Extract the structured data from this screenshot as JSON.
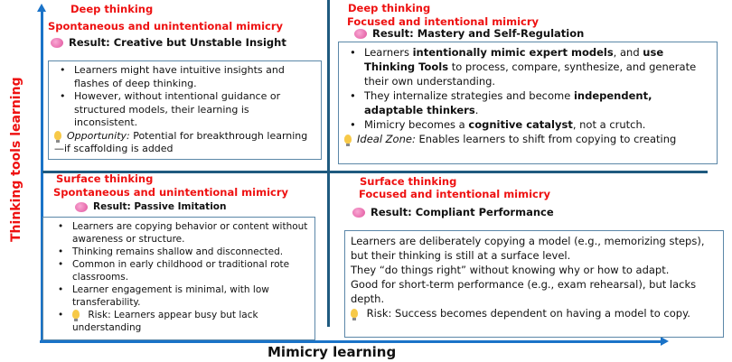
{
  "axes": {
    "y_label": "Thinking tools learning",
    "x_label": "Mimicry learning"
  },
  "quadrants": {
    "top_left": {
      "thinking": "Deep thinking",
      "mimicry": "Spontaneous and unintentional mimicry",
      "result": "Result: Creative but Unstable Insight",
      "bullets": [
        "Learners might have intuitive insights and flashes of deep thinking.",
        "However, without intentional guidance or structured models, their learning is inconsistent."
      ],
      "note_label": "Opportunity:",
      "note_text": " Potential for breakthrough learning—if scaffolding is added"
    },
    "top_right": {
      "thinking": "Deep thinking",
      "mimicry": "Focused and intentional mimicry",
      "result": "Result: Mastery and Self-Regulation",
      "b1": {
        "a": "Learners ",
        "b": "intentionally mimic expert models",
        "c": ",  and ",
        "d": "use Thinking Tools",
        "e": " to process, compare, synthesize, and generate their own understanding."
      },
      "b2": {
        "a": "They internalize strategies and become ",
        "b": "independent, adaptable thinkers",
        "c": "."
      },
      "b3": {
        "a": "Mimicry becomes a ",
        "b": "cognitive catalyst",
        "c": ", not a crutch."
      },
      "note_label": "Ideal Zone:",
      "note_text": " Enables learners to shift from copying to creating"
    },
    "bottom_left": {
      "thinking": "Surface thinking",
      "mimicry": "Spontaneous and unintentional mimicry",
      "result": "Result: Passive Imitation",
      "bullets": [
        "Learners are copying behavior or content without awareness or structure.",
        "Thinking remains shallow and disconnected.",
        "Common in early childhood or traditional rote classrooms.",
        "Learner engagement is minimal, with low transferability."
      ],
      "risk": "Risk: Learners appear busy but lack understanding"
    },
    "bottom_right": {
      "thinking": "Surface thinking",
      "mimicry": "Focused and intentional mimicry",
      "result": "Result: Compliant Performance",
      "lines": [
        "Learners are deliberately copying a model (e.g., memorizing steps), but their thinking is still at a surface level.",
        "They “do things right” without knowing why or how to adapt.",
        "Good for short-term performance (e.g., exam rehearsal), but lacks depth."
      ],
      "risk": "Risk: Success becomes dependent on having a model to copy."
    }
  }
}
